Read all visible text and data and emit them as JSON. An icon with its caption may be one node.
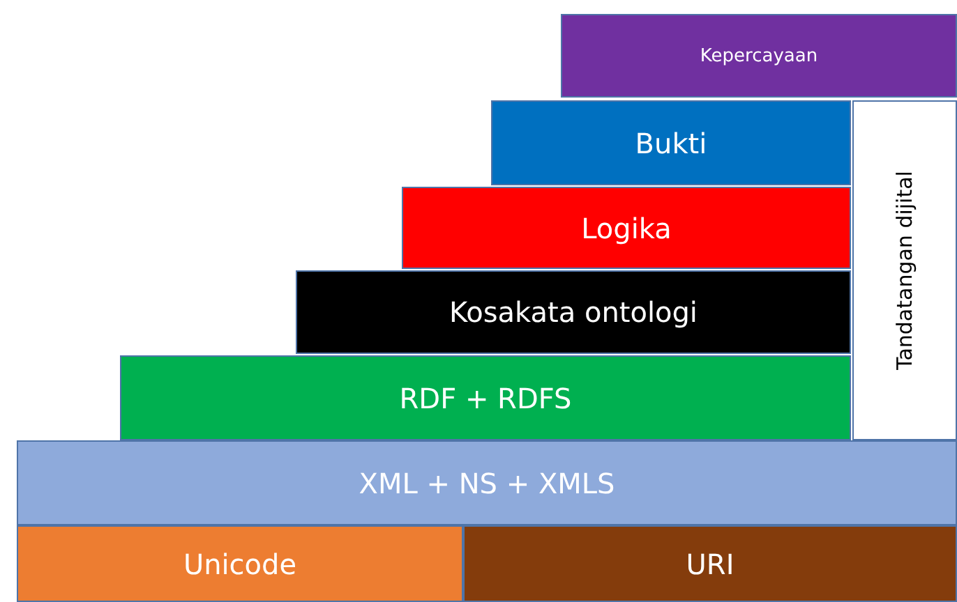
{
  "diagram": {
    "nodes": [
      {
        "text": [
          "Kepercayaan"
        ]
      },
      {
        "text": [
          "Bukti"
        ]
      },
      {
        "text": [
          "Tandatangan dijital"
        ]
      },
      {
        "text": [
          "Logika"
        ]
      },
      {
        "text": [
          "Kosakata ontologi"
        ]
      },
      {
        "text": [
          "RDF + RDFS"
        ]
      },
      {
        "text": [
          "XML + NS + XMLS"
        ]
      },
      {
        "text": [
          "Unicode"
        ]
      },
      {
        "text": [
          "URI"
        ]
      }
    ]
  }
}
